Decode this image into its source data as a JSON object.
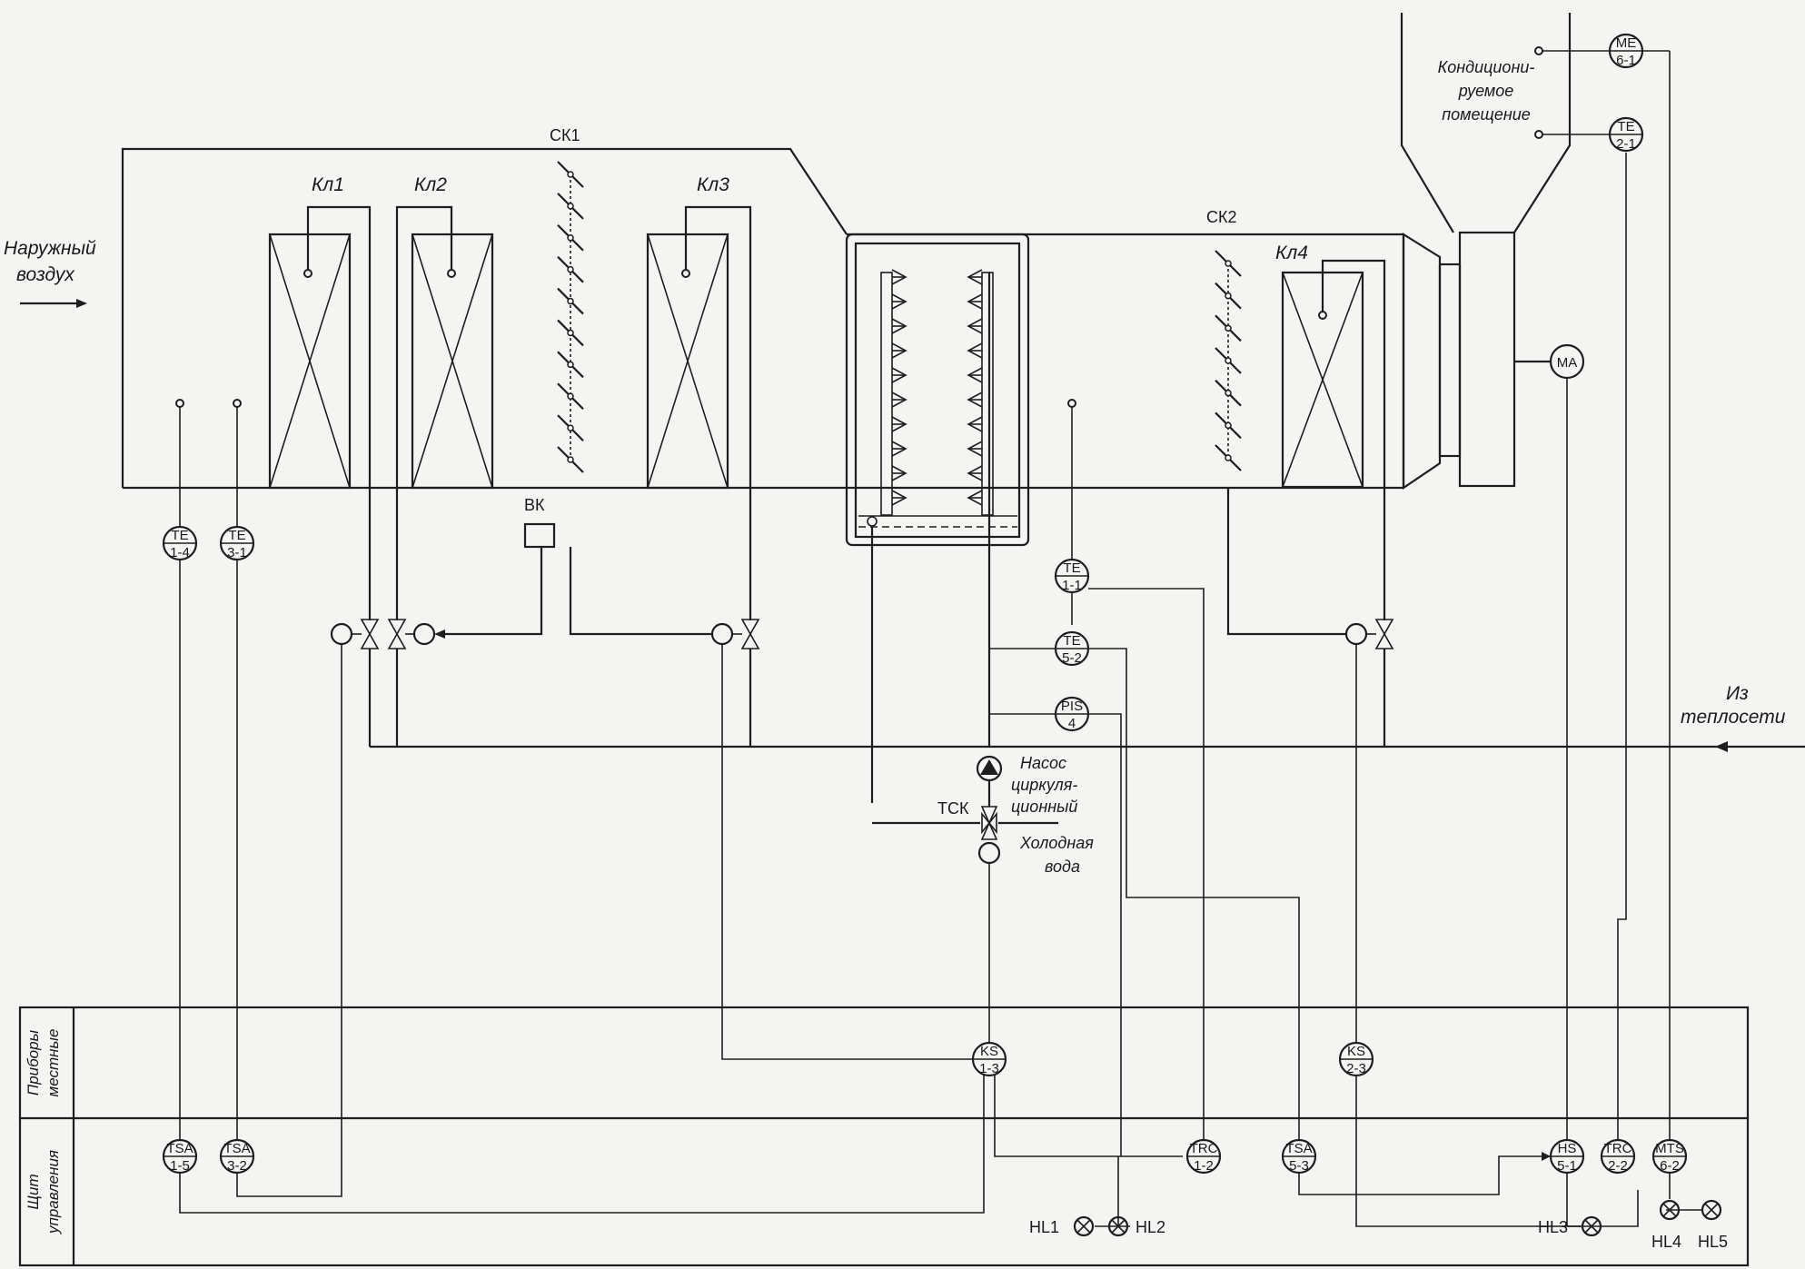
{
  "labels": {
    "outside_air": [
      "Наружный",
      "воздух"
    ],
    "sk1": "СК1",
    "sk2": "СК2",
    "kl1": "Кл1",
    "kl2": "Кл2",
    "kl3": "Кл3",
    "kl4": "Кл4",
    "bk": "ВК",
    "room": [
      "Кондициони-",
      "руемое",
      "помещение"
    ],
    "heat_network": [
      "Из",
      "теплосети"
    ],
    "pump": [
      "Насос",
      "циркуля-",
      "ционный"
    ],
    "tsk": "ТСК",
    "cold_water": [
      "Холодная",
      "вода"
    ],
    "panel_local": [
      "Приборы",
      "местные"
    ],
    "panel_control": [
      "Щит",
      "управления"
    ]
  },
  "instruments": {
    "te_1_4": [
      "TE",
      "1-4"
    ],
    "te_3_1": [
      "TE",
      "3-1"
    ],
    "te_1_1": [
      "TE",
      "1-1"
    ],
    "te_5_2": [
      "TE",
      "5-2"
    ],
    "pis_4": [
      "PIS",
      "4"
    ],
    "me_6_1": [
      "ME",
      "6-1"
    ],
    "te_2_1": [
      "TE",
      "2-1"
    ],
    "ma": [
      "MA",
      ""
    ],
    "ks_1_3": [
      "KS",
      "1-3"
    ],
    "ks_2_3": [
      "KS",
      "2-3"
    ],
    "tsa_1_5": [
      "TSA",
      "1-5"
    ],
    "tsa_3_2": [
      "TSA",
      "3-2"
    ],
    "trc_1_2": [
      "TRC",
      "1-2"
    ],
    "tsa_5_3": [
      "TSA",
      "5-3"
    ],
    "hs_5_1": [
      "HS",
      "5-1"
    ],
    "trc_2_2": [
      "TRC",
      "2-2"
    ],
    "mts_6_2": [
      "MTS",
      "6-2"
    ]
  },
  "lamps": {
    "hl1": "HL1",
    "hl2": "HL2",
    "hl3": "HL3",
    "hl4": "HL4",
    "hl5": "HL5"
  }
}
